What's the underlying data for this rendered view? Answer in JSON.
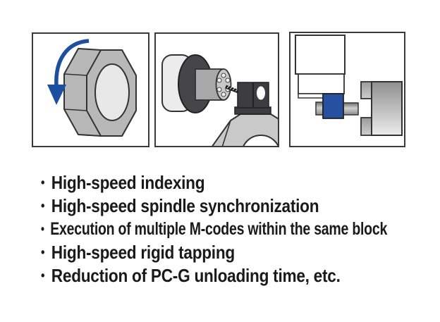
{
  "illustrations": {
    "panel1": {
      "name": "turret-high-speed-indexing",
      "depicts": "gray octagonal turret with blue counter-clockwise rotation arrow"
    },
    "panel2": {
      "name": "spindle-synchronization",
      "depicts": "spindle collet face with drill bit held by turret tool block"
    },
    "panel3": {
      "name": "workpiece-unloading",
      "depicts": "gantry head with blue gripper transferring shaft toward chuck"
    }
  },
  "features": {
    "bullet": "•",
    "items": [
      {
        "text": "High-speed indexing"
      },
      {
        "text": "High-speed spindle synchronization"
      },
      {
        "text": "Execution of multiple M-codes within the same block"
      },
      {
        "text": "High-speed rigid tapping"
      },
      {
        "text": "Reduction of PC-G unloading time, etc."
      }
    ]
  },
  "colors": {
    "accent_blue": "#1d4fa1",
    "gripper_blue": "#27509e",
    "outline": "#333333",
    "panel_border": "#3a3a3a",
    "machine_gray": "#b8b8b8",
    "dark_charcoal": "#45454a",
    "text": "#1a1a1a",
    "background": "#ffffff"
  }
}
